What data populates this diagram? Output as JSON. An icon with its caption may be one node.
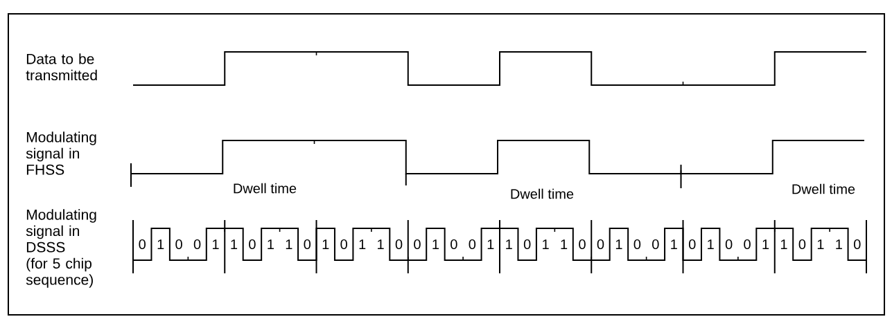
{
  "diagram": {
    "labels": [
      "Data to be transmitted",
      "Modulating signal in FHSS",
      "Dwell time",
      "Dwell time",
      "Dwell time",
      "Modulating signal in DSSS (for 5 chip sequence)",
      "0",
      "1",
      "0",
      "0",
      "1",
      "1",
      "0",
      "1",
      "1",
      "0",
      "1",
      "0",
      "1",
      "1",
      "0",
      "0",
      "1",
      "0",
      "0",
      "1",
      "1",
      "0",
      "1",
      "1",
      "0",
      "0",
      "1",
      "0",
      "0",
      "1",
      "0",
      "1",
      "0",
      "0",
      "1",
      "1",
      "0",
      "1",
      "1",
      "0"
    ]
  }
}
